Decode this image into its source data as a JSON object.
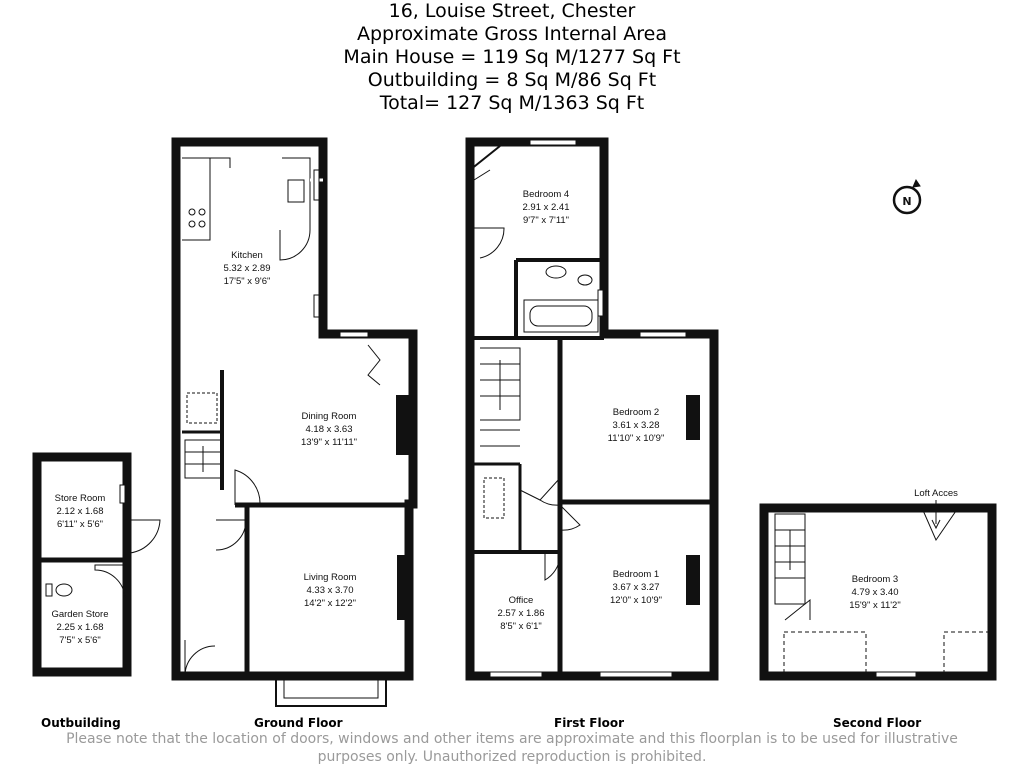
{
  "header": {
    "address": "16, Louise Street, Chester",
    "area_title": "Approximate Gross Internal Area",
    "main_house": "Main House = 119 Sq M/1277 Sq Ft",
    "outbuilding": "Outbuilding = 8 Sq M/86 Sq Ft",
    "total": "Total= 127 Sq M/1363 Sq Ft"
  },
  "compass_label": "N",
  "floors": {
    "outbuilding": "Outbuilding",
    "ground": "Ground Floor",
    "first": "First Floor",
    "second": "Second Floor"
  },
  "rooms": {
    "kitchen": {
      "name": "Kitchen",
      "metric": "5.32 x 2.89",
      "imperial": "17'5\" x 9'6\""
    },
    "dining": {
      "name": "Dining Room",
      "metric": "4.18 x 3.63",
      "imperial": "13'9\" x 11'11\""
    },
    "living": {
      "name": "Living Room",
      "metric": "4.33 x 3.70",
      "imperial": "14'2\" x 12'2\""
    },
    "store": {
      "name": "Store Room",
      "metric": "2.12 x 1.68",
      "imperial": "6'11\" x 5'6\""
    },
    "garden": {
      "name": "Garden Store",
      "metric": "2.25 x 1.68",
      "imperial": "7'5\" x 5'6\""
    },
    "bed4": {
      "name": "Bedroom 4",
      "metric": "2.91 x 2.41",
      "imperial": "9'7\" x 7'11\""
    },
    "bed2": {
      "name": "Bedroom 2",
      "metric": "3.61 x 3.28",
      "imperial": "11'10\" x 10'9\""
    },
    "bed1": {
      "name": "Bedroom 1",
      "metric": "3.67 x 3.27",
      "imperial": "12'0\" x 10'9\""
    },
    "office": {
      "name": "Office",
      "metric": "2.57 x 1.86",
      "imperial": "8'5\" x 6'1\""
    },
    "bed3": {
      "name": "Bedroom 3",
      "metric": "4.79 x 3.40",
      "imperial": "15'9\" x 11'2\""
    }
  },
  "loft_access": "Loft Acces",
  "disclaimer": "Please note that the location of doors, windows and other items are approximate and this floorplan is to be used for illustrative purposes only. Unauthorized reproduction is prohibited."
}
